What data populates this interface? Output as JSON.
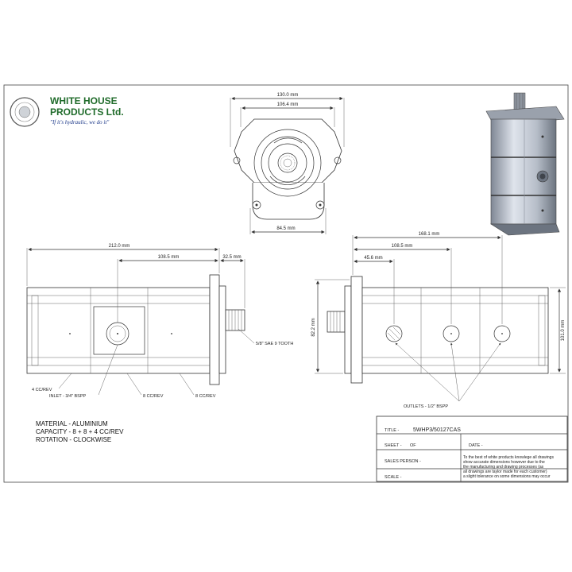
{
  "company": {
    "name_line1": "WHITE HOUSE",
    "name_line2": "PRODUCTS Ltd.",
    "tagline": "\"If it's hydraulic, we do it\""
  },
  "dimensions": {
    "front_width_outer": "130.0 mm",
    "front_width_inner": "106.4 mm",
    "front_bottom": "84.5 mm",
    "side_total_length": "212.0 mm",
    "side_inlet_offset": "108.5 mm",
    "side_flange": "32.5 mm",
    "rear_total_length": "168.1 mm",
    "rear_offset_2": "108.5 mm",
    "rear_offset_1": "45.6 mm",
    "rear_height": "82.2 mm",
    "rear_overall_height": "101.0 mm"
  },
  "labels": {
    "shaft": "5/8\" SAE 9 TOOTH",
    "section_4cc": "4 CC/REV",
    "inlet": "INLET - 3/4\" BSPP",
    "section_8cc_a": "8 CC/REV",
    "section_8cc_b": "8 CC/REV",
    "outlets": "OUTLETS - 1/2\" BSPP"
  },
  "spec": {
    "material": "MATERIAL - ALUMINIUM",
    "capacity": "CAPACITY - 8 + 8 + 4 CC/REV",
    "rotation": "ROTATION - CLOCKWISE"
  },
  "title_block": {
    "title_label": "TITLE -",
    "title_value": "5WHP3/50127CAS",
    "sheet_label": "SHEET -",
    "of_label": "OF",
    "date_label": "DATE -",
    "sales_label": "SALES PERSON -",
    "scale_label": "SCALE -",
    "disclaimer": [
      "To the best of white products knowlege all drawings",
      "show accurate dimensions however due to the",
      "the manufacturing and drawing processes (as",
      "all drawings are taylor made for each customer)",
      "a slight tolerance on some dimensions may occur"
    ]
  },
  "colors": {
    "logo_green": "#1f6b2a",
    "logo_blue": "#1e3a8a",
    "pump_silver": "#c8cdd6"
  }
}
